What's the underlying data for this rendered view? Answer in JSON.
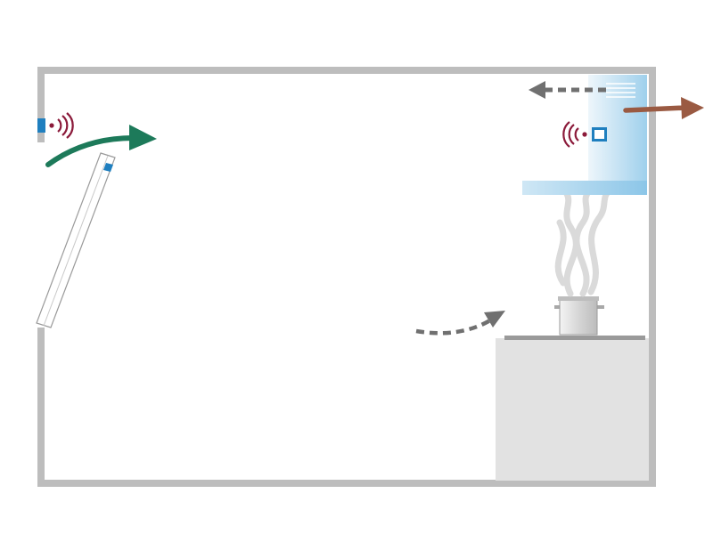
{
  "diagram": {
    "type": "kitchen-ventilation-illustration",
    "elements": [
      "room-wall",
      "window-sash",
      "window-sensor",
      "wall-sensor",
      "cooker-hood",
      "hood-sensor",
      "steam",
      "cooking-pot",
      "kitchen-counter",
      "fresh-air-inflow-arrow",
      "exhaust-outflow-arrow",
      "hood-recirculation-arrow",
      "room-air-arrow"
    ]
  },
  "colors": {
    "wall": "#bdbdbd",
    "counter": "#e2e2e2",
    "counter_top": "#9a9a9a",
    "hood_light": "#eef6fb",
    "hood_dark": "#9fd0ec",
    "sensor_blue": "#1f7fbf",
    "signal_wave": "#8b1a3a",
    "inflow_arrow": "#1d7a5a",
    "exhaust_arrow": "#9a5a42",
    "dashed_arrow": "#707070",
    "steam": "#d8d8d8",
    "pot": "#c8c8c8"
  }
}
